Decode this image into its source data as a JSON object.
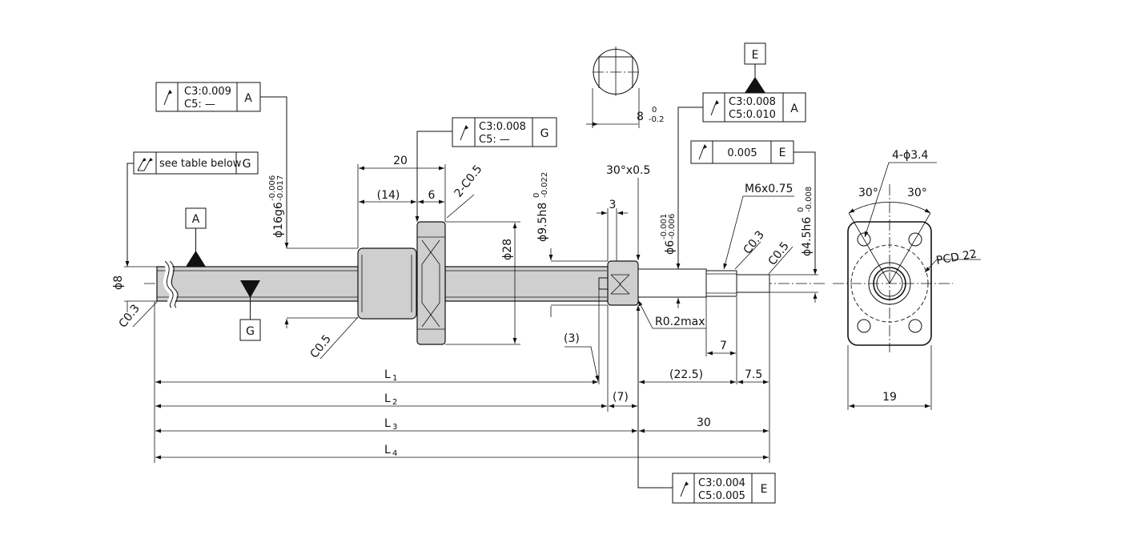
{
  "datums": {
    "a": "A",
    "g": "G",
    "e": "E"
  },
  "fcf_runout_a": {
    "line1": "C3:0.009",
    "line2": "C5:  —",
    "datum": "A"
  },
  "fcf_runout_g_nut": {
    "line1": "C3:0.008",
    "line2": "C5:  —",
    "datum": "G"
  },
  "fcf_total_runout": {
    "text": "see table below",
    "datum": "G"
  },
  "fcf_runout_e_top": {
    "line1": "C3:0.008",
    "line2": "C5:0.010",
    "datum": "A"
  },
  "fcf_runout_e_small": {
    "value": "0.005",
    "datum": "E"
  },
  "fcf_runout_e_bottom": {
    "line1": "C3:0.004",
    "line2": "C5:0.005",
    "datum": "E"
  },
  "dims": {
    "d20": "20",
    "d14": "(14)",
    "d6": "6",
    "chamfer_2c05": "2-C0.5",
    "dia16_main": "ϕ16g6",
    "dia16_up": "-0.006",
    "dia16_lo": "-0.017",
    "dia28": "ϕ28",
    "dia95_main": "ϕ9.5h8",
    "dia95_up": "0",
    "dia95_lo": "-0.022",
    "chamfer_30": "30°x0.5",
    "d3": "3",
    "dia6_main": "ϕ6",
    "dia6_up": "-0.001",
    "dia6_lo": "-0.006",
    "m6": "M6x0.75",
    "c03_right": "C0.3",
    "c05_right": "C0.5",
    "dia45_main": "ϕ4.5h6",
    "dia45_up": "0",
    "dia45_lo": "-0.008",
    "flat_main": "8",
    "flat_up": "0",
    "flat_lo": "-0.2",
    "dia8": "ϕ8",
    "c03_left": "C0.3",
    "c05_nut": "C0.5",
    "r02": "R0.2max",
    "d3p": "(3)",
    "d7": "7",
    "d225": "(22.5)",
    "d75": "7.5",
    "d7p": "(7)",
    "d30": "30",
    "l1": "L",
    "l1s": "1",
    "l2": "L",
    "l2s": "2",
    "l3": "L",
    "l3s": "3",
    "l4": "L",
    "l4s": "4"
  },
  "flange": {
    "holes": "4-ϕ3.4",
    "angle_left": "30°",
    "angle_right": "30°",
    "pcd": "PCD 22",
    "width": "19"
  }
}
